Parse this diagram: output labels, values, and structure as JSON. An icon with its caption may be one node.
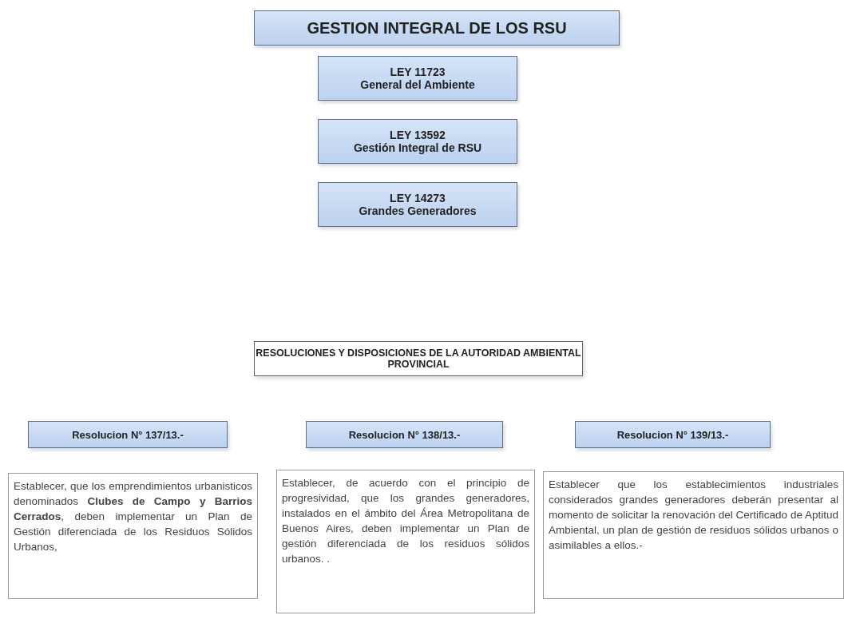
{
  "diagram": {
    "nodes": [
      {
        "text": [
          "GESTION  INTEGRAL DE LOS RSU"
        ]
      },
      {
        "text": [
          "LEY 11723",
          "General del Ambiente"
        ]
      },
      {
        "text": [
          "LEY 13592",
          "Gestión Integral de RSU"
        ]
      },
      {
        "text": [
          "LEY 14273",
          "Grandes Generadores"
        ]
      },
      {
        "text": [
          "RESOLUCIONES Y DISPOSICIONES DE LA AUTORIDAD AMBIENTAL PROVINCIAL"
        ]
      },
      {
        "text": [
          "Resolucion N° 137/13.-"
        ]
      },
      {
        "text": [
          "Resolucion N° 138/13.-"
        ]
      },
      {
        "text": [
          "Resolucion N° 139/13.-"
        ]
      },
      {
        "text": [
          "Establecer, que los emprendimientos urbanisticos denominados **Clubes de Campo y Barrios Cerrados**, deben implementar un Plan de Gestión diferenciada de los Residuos Sólidos Urbanos,"
        ]
      },
      {
        "text": [
          "Establecer, de acuerdo con el principio de progresividad, que los grandes generadores, instalados en el ámbito del Área Metropolitana de Buenos Aires, deben implementar un Plan de gestión diferenciada de los residuos sólidos urbanos. ."
        ]
      },
      {
        "text": [
          "Establecer que los establecimientos industriales considerados grandes generadores deberán presentar al momento de solicitar la renovación del Certificado de Aptitud Ambiental, un plan de gestión de residuos sólidos urbanos o asimilables a ellos.-"
        ]
      }
    ],
    "edges": []
  }
}
